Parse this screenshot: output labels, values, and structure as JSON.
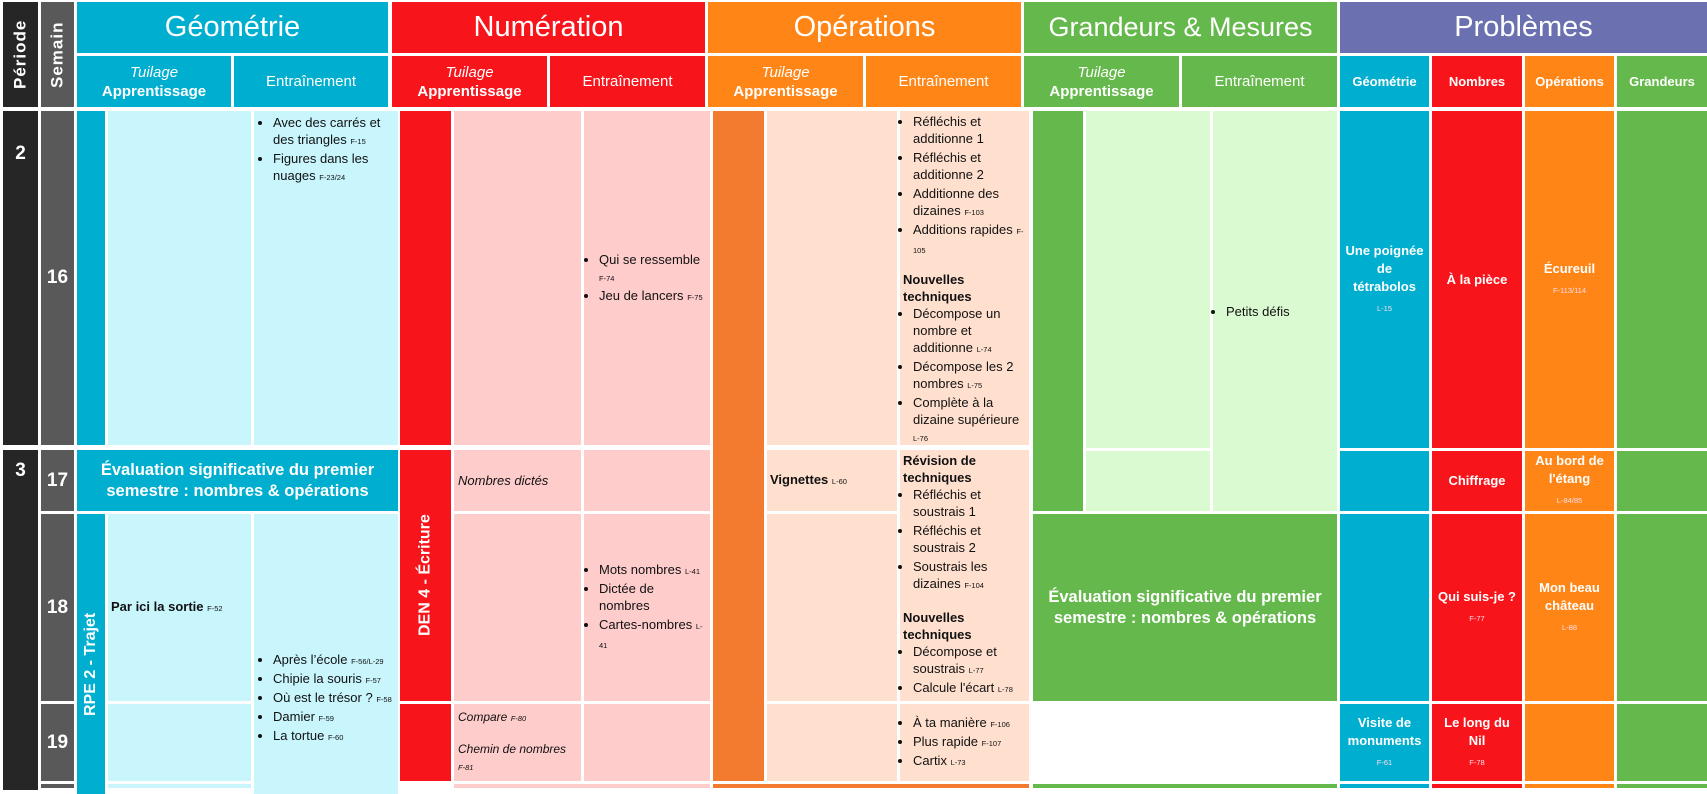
{
  "header": {
    "periode": "Période",
    "semaine": "Semain",
    "domains": [
      {
        "title": "Géométrie",
        "tuilage": "Tuilage",
        "apprentissage": "Apprentissage",
        "entrainement": "Entraînement"
      },
      {
        "title": "Numération",
        "tuilage": "Tuilage",
        "apprentissage": "Apprentissage",
        "entrainement": "Entraînement"
      },
      {
        "title": "Opérations",
        "tuilage": "Tuilage",
        "apprentissage": "Apprentissage",
        "entrainement": "Entraînement"
      },
      {
        "title": "Grandeurs & Mesures",
        "tuilage": "Tuilage",
        "apprentissage": "Apprentissage",
        "entrainement": "Entraînement"
      }
    ],
    "problemes": {
      "title": "Problèmes",
      "cols": [
        "Géométrie",
        "Nombres",
        "Opérations",
        "Grandeurs"
      ]
    }
  },
  "periods": [
    "2",
    "3"
  ],
  "weeks": [
    "16",
    "17",
    "18",
    "19"
  ],
  "geometrie": {
    "w16_entrainement": [
      {
        "t": "Avec des carrés et des triangles",
        "r": "F-15"
      },
      {
        "t": "Figures dans les nuages",
        "r": "F-23/24"
      }
    ],
    "evaluation": "Évaluation significative du premier semestre : nombres & opérations",
    "module": "RPE 2 - Trajet",
    "w18_tuilage": {
      "t": "Par ici la sortie",
      "r": "F-52"
    },
    "w18_19_entrainement": [
      {
        "t": "Après l’école",
        "r": "F-56/L-29"
      },
      {
        "t": "Chipie la souris",
        "r": "F-57"
      },
      {
        "t": "Où est le trésor ?",
        "r": "F-58"
      },
      {
        "t": "Damier",
        "r": "F-59"
      },
      {
        "t": "La tortue",
        "r": "F-60"
      }
    ]
  },
  "numeration": {
    "w16_entrainement": [
      {
        "t": "Qui se ressemble",
        "r": "F-74"
      },
      {
        "t": "Jeu de lancers",
        "r": "F-75"
      }
    ],
    "module": "DEN 4 - Écriture",
    "w17_tuilage": "Nombres dictés",
    "w18_entrainement": [
      {
        "t": "Mots nombres",
        "r": "L-41"
      },
      {
        "t": "Dictée de nombres",
        "r": ""
      },
      {
        "t": "Cartes-nombres",
        "r": "L-41"
      }
    ],
    "w19_tuilage": [
      {
        "t": "Compare",
        "r": "F-80"
      },
      {
        "t": "Chemin de nombres",
        "r": "F-81"
      }
    ]
  },
  "operations": {
    "w16_entrainement": [
      {
        "t": "Réfléchis et additionne 1",
        "r": ""
      },
      {
        "t": "Réfléchis et additionne 2",
        "r": ""
      },
      {
        "t": "Additionne des dizaines",
        "r": "F-103"
      },
      {
        "t": "Additions rapides",
        "r": "F-105"
      }
    ],
    "w16_heading": "Nouvelles techniques",
    "w16_nouvelles": [
      {
        "t": "Décompose un nombre et additionne",
        "r": "L-74"
      },
      {
        "t": "Décompose les 2 nombres",
        "r": "L-75"
      },
      {
        "t": "Complète à la dizaine supérieure",
        "r": "L-76"
      }
    ],
    "w17_tuilage": {
      "t": "Vignettes",
      "r": "L-60"
    },
    "w17_18_heading1": "Révision de techniques",
    "w17_18_revision": [
      {
        "t": "Réfléchis et soustrais 1",
        "r": ""
      },
      {
        "t": "Réfléchis et soustrais 2",
        "r": ""
      },
      {
        "t": "Soustrais les dizaines",
        "r": "F-104"
      }
    ],
    "w17_18_heading2": "Nouvelles techniques",
    "w17_18_nouvelles": [
      {
        "t": "Décompose et soustrais",
        "r": "L-77"
      },
      {
        "t": "Calcule l'écart",
        "r": "L-78"
      }
    ],
    "w19_entrainement": [
      {
        "t": "À ta manière",
        "r": "F-106"
      },
      {
        "t": "Plus rapide",
        "r": "F-107"
      },
      {
        "t": "Cartix",
        "r": "L-73"
      }
    ]
  },
  "grandeurs": {
    "w16_17_entrainement": [
      {
        "t": "Petits défis",
        "r": ""
      }
    ],
    "evaluation": "Évaluation significative du premier semestre : nombres & opérations"
  },
  "problemes": {
    "w16": [
      {
        "t": "Une poignée de tétrabolos",
        "r": "L-15"
      },
      {
        "t": "À la pièce",
        "r": ""
      },
      {
        "t": "Écureuil",
        "r": "F-113/114"
      }
    ],
    "w17": [
      {
        "t": "Chiffrage",
        "r": ""
      },
      {
        "t": "Au bord de l'étang",
        "r": "L-84/85"
      }
    ],
    "w18": [
      {
        "t": "Qui suis-je ?",
        "r": "F-77"
      },
      {
        "t": "Mon beau château",
        "r": "L-88"
      }
    ],
    "w19": [
      {
        "t": "Visite de monuments",
        "r": "F-61"
      },
      {
        "t": "Le long du Nil",
        "r": "F-78"
      }
    ]
  },
  "colors": {
    "periode": "#262626",
    "semaine": "#595959",
    "geometrie": "#00AECF",
    "geometrie_light": "#C9F5FD",
    "numeration": "#F7141A",
    "numeration_light": "#FFCCCC",
    "operations": "#FF8616",
    "operations_band": "#F27B2F",
    "operations_light": "#FFE0CF",
    "grandeurs": "#65B84B",
    "grandeurs_light": "#DAFAD1",
    "problemes": "#6A70B0"
  }
}
